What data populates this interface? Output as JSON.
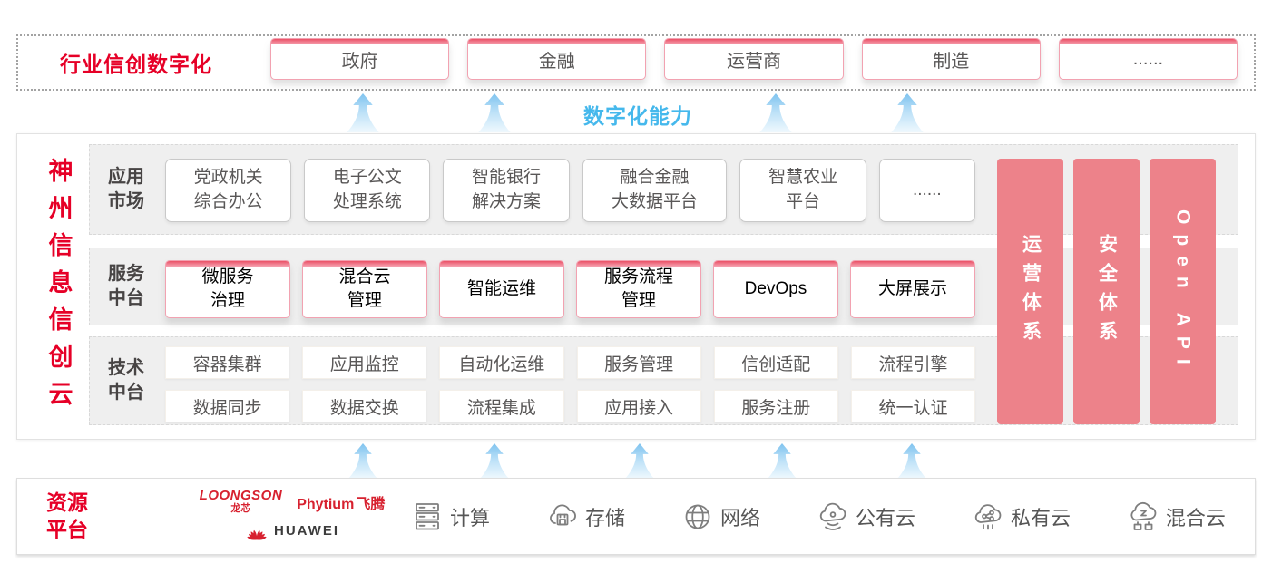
{
  "colors": {
    "brand_red": "#e60027",
    "capability_cyan": "#45b8ec",
    "side_bar_pink": "#ed828a",
    "card_text_gray": "#595757",
    "band_gray": "#efefef",
    "arrow_blue": "#8ecdf2"
  },
  "top_banner": {
    "title": "行业信创数字化",
    "industries": [
      "政府",
      "金融",
      "运营商",
      "制造",
      "......"
    ]
  },
  "capability_label": "数字化能力",
  "platform": {
    "vertical_title": "神州信息信创云",
    "rows": {
      "app_market": {
        "label": "应用\n市场",
        "items": [
          "党政机关\n综合办公",
          "电子公文\n处理系统",
          "智能银行\n解决方案",
          "融合金融\n大数据平台",
          "智慧农业\n平台",
          "......"
        ]
      },
      "service_platform": {
        "label": "服务\n中台",
        "items": [
          "微服务\n治理",
          "混合云\n管理",
          "智能运维",
          "服务流程\n管理",
          "DevOps",
          "大屏展示"
        ]
      },
      "tech_platform": {
        "label": "技术\n中台",
        "items_row1": [
          "容器集群",
          "应用监控",
          "自动化运维",
          "服务管理",
          "信创适配",
          "流程引擎"
        ],
        "items_row2": [
          "数据同步",
          "数据交换",
          "流程集成",
          "应用接入",
          "服务注册",
          "统一认证"
        ]
      }
    },
    "side_bars": [
      "运营体系",
      "安全体系",
      "Open API"
    ]
  },
  "resource_platform": {
    "label": "资源\n平台",
    "vendors": {
      "loongson": {
        "name": "LOONGSON",
        "sub": "龙芯"
      },
      "phytium": {
        "name": "Phytium",
        "sub": "飞腾"
      },
      "huawei": {
        "name": "HUAWEI"
      }
    },
    "resources": [
      {
        "icon": "compute-icon",
        "label": "计算"
      },
      {
        "icon": "storage-icon",
        "label": "存储"
      },
      {
        "icon": "network-icon",
        "label": "网络"
      },
      {
        "icon": "public-cloud-icon",
        "label": "公有云"
      },
      {
        "icon": "private-cloud-icon",
        "label": "私有云"
      },
      {
        "icon": "hybrid-cloud-icon",
        "label": "混合云"
      }
    ]
  }
}
